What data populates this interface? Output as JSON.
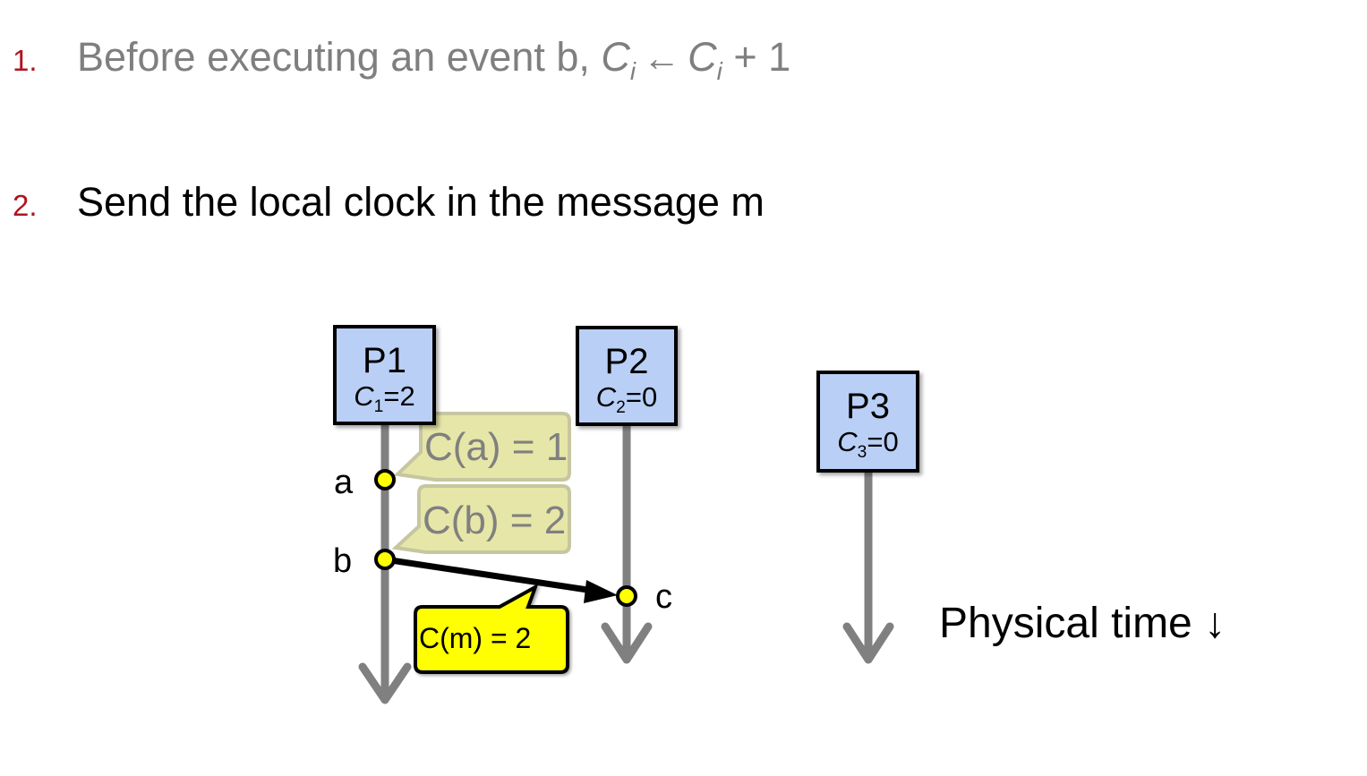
{
  "rules": [
    {
      "number": "1.",
      "prefix": "Before executing an event b,",
      "var": "C",
      "sub": "i",
      "arrow": "←",
      "suffix": "+ 1"
    },
    {
      "number": "2.",
      "text": "Send the local clock in the message m"
    }
  ],
  "processes": [
    {
      "name": "P1",
      "clock_var": "C",
      "clock_sub": "1",
      "clock_value": "=2"
    },
    {
      "name": "P2",
      "clock_var": "C",
      "clock_sub": "2",
      "clock_value": "=0"
    },
    {
      "name": "P3",
      "clock_var": "C",
      "clock_sub": "3",
      "clock_value": "=0"
    }
  ],
  "events": [
    {
      "label": "a",
      "process": "P1"
    },
    {
      "label": "b",
      "process": "P1"
    },
    {
      "label": "c",
      "process": "P2"
    }
  ],
  "callouts": {
    "a": "C(a) = 1",
    "b": "C(b) = 2",
    "m": "C(m) = 2"
  },
  "message": {
    "from": "b",
    "to": "c",
    "name": "m"
  },
  "time_label": "Physical time ↓",
  "colors": {
    "process_fill": "#b9cff6",
    "timeline": "#808080",
    "event_fill": "#ffff00",
    "faded_callout_fill": "#e6e6a8",
    "message_callout_fill": "#ffff00",
    "bullet_number": "#b0141e"
  }
}
